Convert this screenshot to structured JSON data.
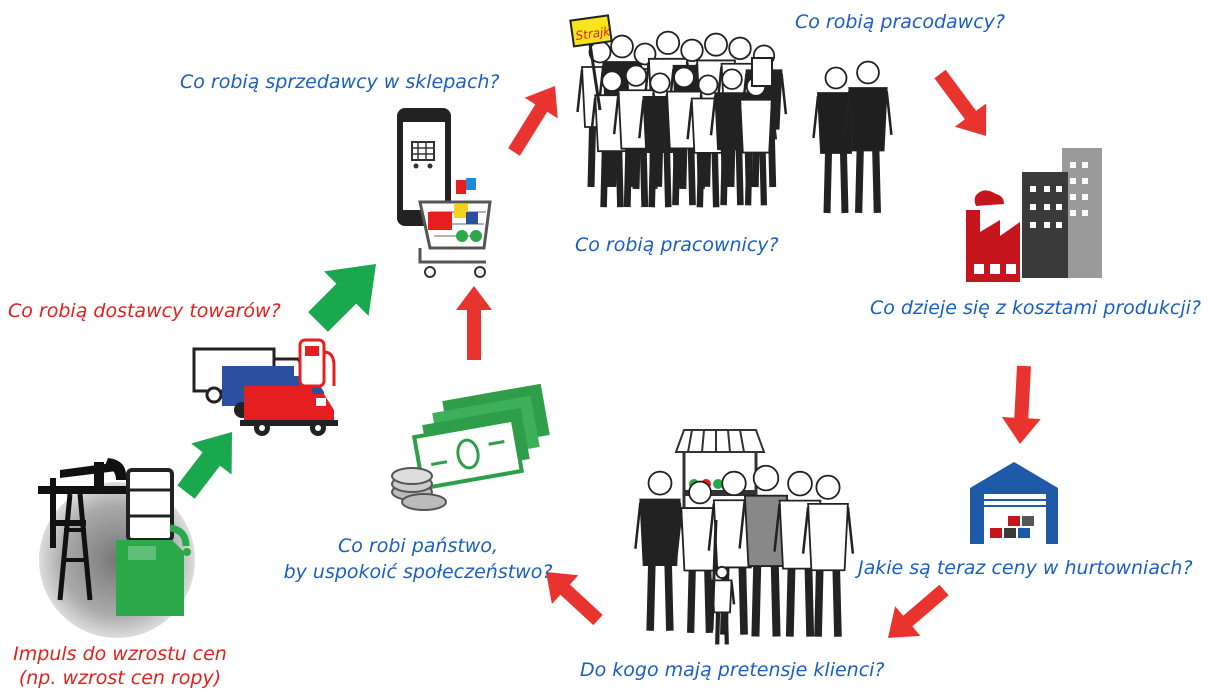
{
  "colors": {
    "label_blue": "#1a5fc4",
    "label_red": "#e0211c",
    "arrow_red": "#e8332f",
    "arrow_green": "#1aa84f",
    "money_green": "#2f9e4a",
    "factory_red": "#c4161c",
    "warehouse_blue": "#1f5aa8",
    "truck_red": "#e51f1f",
    "truck_blue": "#2c4fa0"
  },
  "labels": {
    "retailers": "Co robią sprzedawcy w sklepach?",
    "employers": "Co robią pracodawcy?",
    "workers": "Co robią pracownicy?",
    "production_costs": "Co dzieje się z kosztami produkcji?",
    "suppliers": "Co robią dostawcy towarów?",
    "wholesale": "Jakie są teraz ceny w hurtowniach?",
    "state_line1": "Co robi państwo,",
    "state_line2": "by uspokoić społeczeństwo?",
    "customers": "Do kogo mają pretensje klienci?",
    "impulse_line1": "Impuls do wzrostu cen",
    "impulse_line2": "(np. wzrost cen ropy)",
    "strike_sign": "Strajk"
  },
  "icons": [
    "oil-pump-icon",
    "oil-barrel-icon",
    "jerrycan-icon",
    "delivery-truck-icon",
    "fuel-pump-icon",
    "smartphone-cart-icon",
    "shopping-cart-icon",
    "protesting-crowd-icon",
    "employers-icon",
    "factory-icon",
    "warehouse-icon",
    "crowd-icon",
    "market-stall-icon",
    "banknotes-icon",
    "coins-icon"
  ]
}
